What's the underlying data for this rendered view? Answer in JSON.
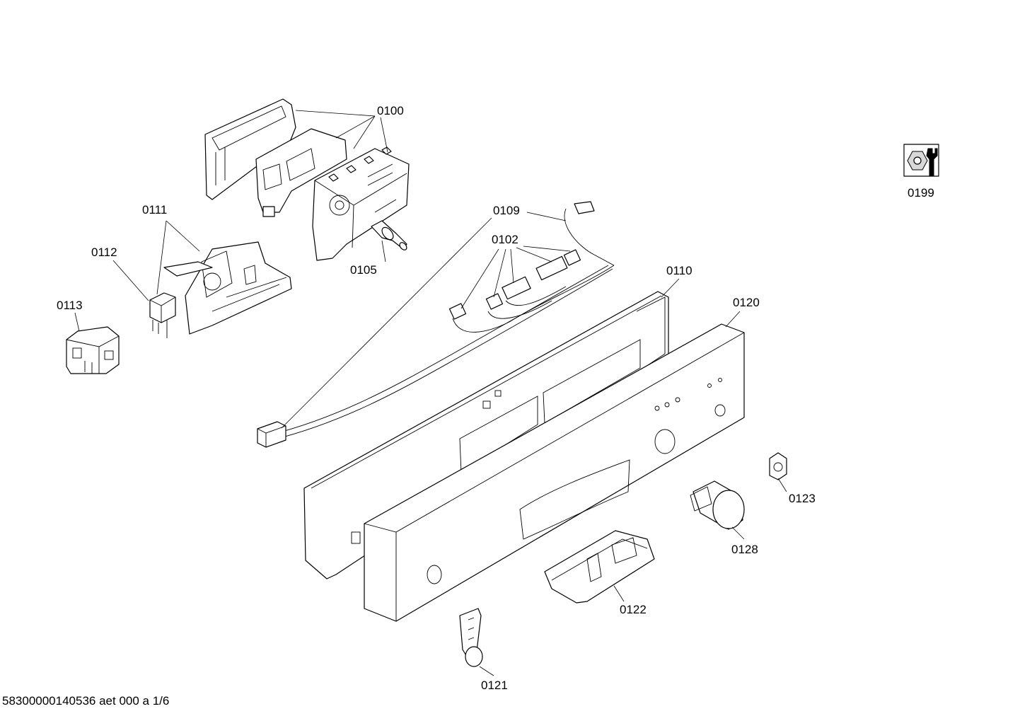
{
  "diagram": {
    "labels": {
      "p0100": "0100",
      "p0111": "0111",
      "p0112": "0112",
      "p0113": "0113",
      "p0105": "0105",
      "p0109": "0109",
      "p0102": "0102",
      "p0110": "0110",
      "p0120": "0120",
      "p0199": "0199",
      "p0123": "0123",
      "p0128": "0128",
      "p0122": "0122",
      "p0121": "0121"
    },
    "footer": "58300000140536 aet 000 a 1/6",
    "icons": {
      "service": "wrench-nut-icon"
    }
  }
}
